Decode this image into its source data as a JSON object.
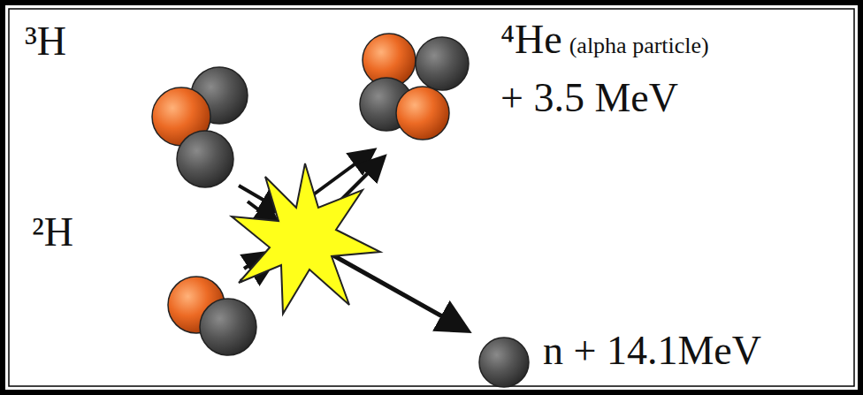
{
  "diagram": {
    "labels": [
      "³H",
      "²H",
      "⁴He",
      "(alpha particle)",
      "+ 3.5 MeV",
      "n + 14.1MeV"
    ]
  }
}
